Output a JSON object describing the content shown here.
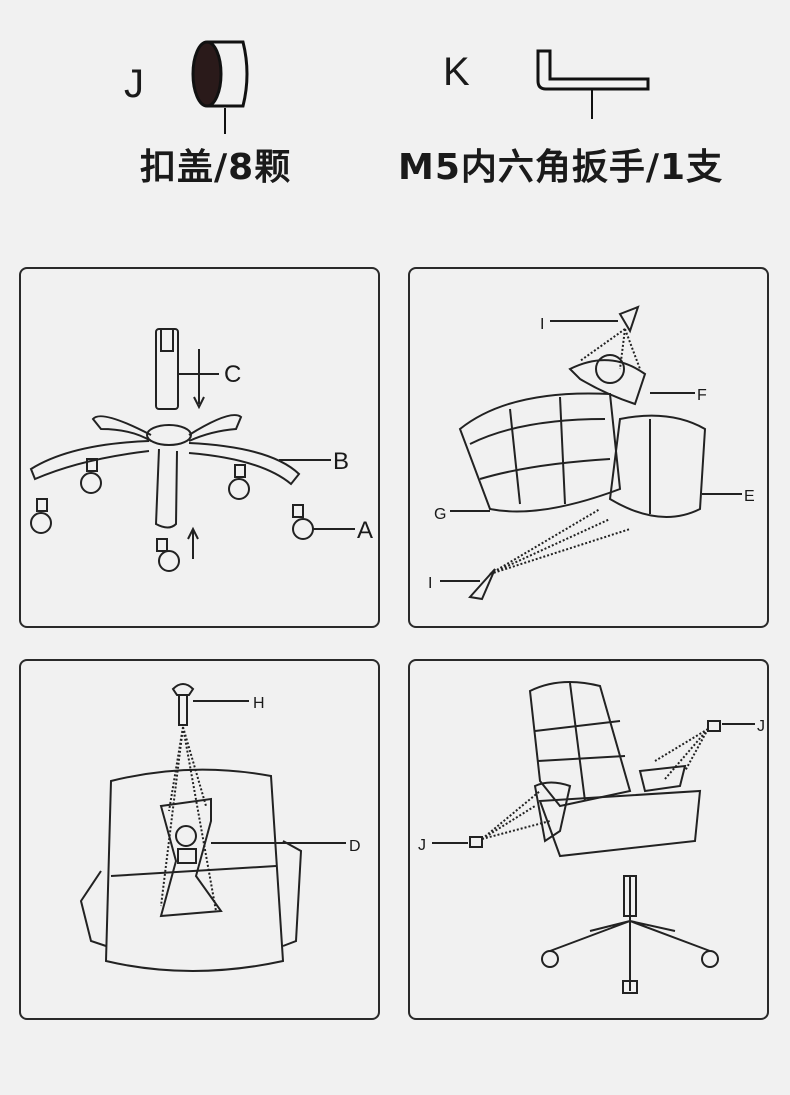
{
  "parts": [
    {
      "letter": "J",
      "caption": "扣盖/8颗",
      "icon": "cap-icon"
    },
    {
      "letter": "K",
      "caption": "M5内六角扳手/1支",
      "icon": "hex-wrench-icon"
    }
  ],
  "steps": [
    {
      "labels": {
        "c": "C",
        "b": "B",
        "a": "A"
      }
    },
    {
      "labels": {
        "i_top": "I",
        "f": "F",
        "e": "E",
        "g": "G",
        "i_bottom": "I"
      }
    },
    {
      "labels": {
        "h": "H",
        "d": "D"
      }
    },
    {
      "labels": {
        "j_right": "J",
        "j_left": "J"
      }
    }
  ]
}
